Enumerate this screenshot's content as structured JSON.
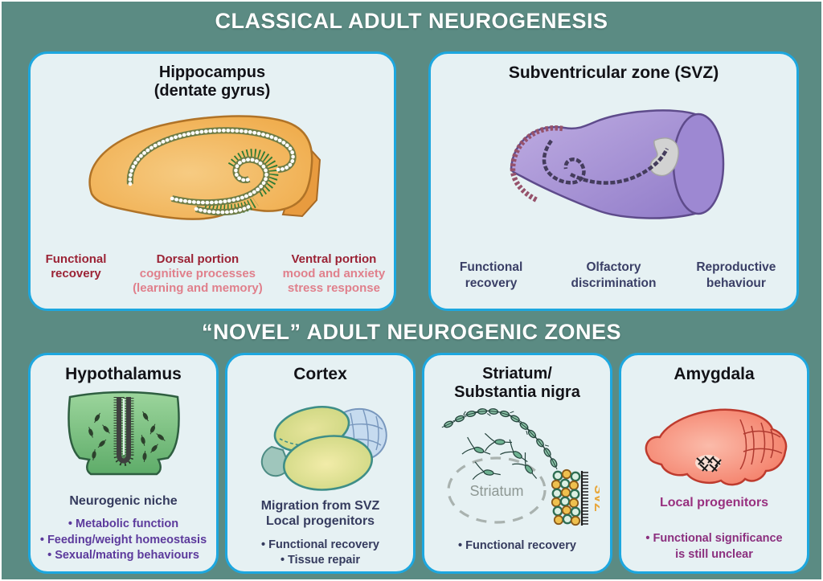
{
  "page": {
    "section1_title": "CLASSICAL ADULT NEUROGENESIS",
    "section2_title": "“NOVEL” ADULT NEUROGENIC ZONES"
  },
  "colors": {
    "background_teal": "#5B8B83",
    "panel_fill": "#E6F1F3",
    "panel_border_cyan": "#1DA7DF",
    "dark_red": "#9B2335",
    "pink": "#E0808C",
    "navy": "#3A3F66",
    "purple": "#5C3A9C",
    "magenta": "#8B2F7E",
    "svz_orange": "#E8A73B",
    "gray": "#8E9894"
  },
  "hippocampus": {
    "title_line1": "Hippocampus",
    "title_line2": "(dentate gyrus)",
    "columns": [
      {
        "head": "Functional recovery",
        "sub": ""
      },
      {
        "head": "Dorsal portion",
        "sub": "cognitive processes (learning and memory)"
      },
      {
        "head": "Ventral portion",
        "sub": "mood and anxiety stress response"
      }
    ]
  },
  "svz": {
    "title": "Subventricular zone (SVZ)",
    "labels": [
      "Functional recovery",
      "Olfactory discrimination",
      "Reproductive behaviour"
    ]
  },
  "hypothalamus": {
    "title": "Hypothalamus",
    "caption": "Neurogenic niche",
    "bullets": [
      "• Metabolic function",
      "• Feeding/weight homeostasis",
      "• Sexual/mating behaviours"
    ]
  },
  "cortex": {
    "title": "Cortex",
    "caption_line1": "Migration from SVZ",
    "caption_line2": "Local progenitors",
    "bullets": [
      "• Functional recovery",
      "• Tissue repair"
    ]
  },
  "striatum": {
    "title_line1": "Striatum/",
    "title_line2": "Substantia nigra",
    "region_label": "Striatum",
    "svz_label": "SVZ",
    "bullets": [
      "• Functional recovery"
    ]
  },
  "amygdala": {
    "title": "Amygdala",
    "caption": "Local progenitors",
    "bullets": [
      "• Functional significance",
      "is still unclear"
    ]
  }
}
